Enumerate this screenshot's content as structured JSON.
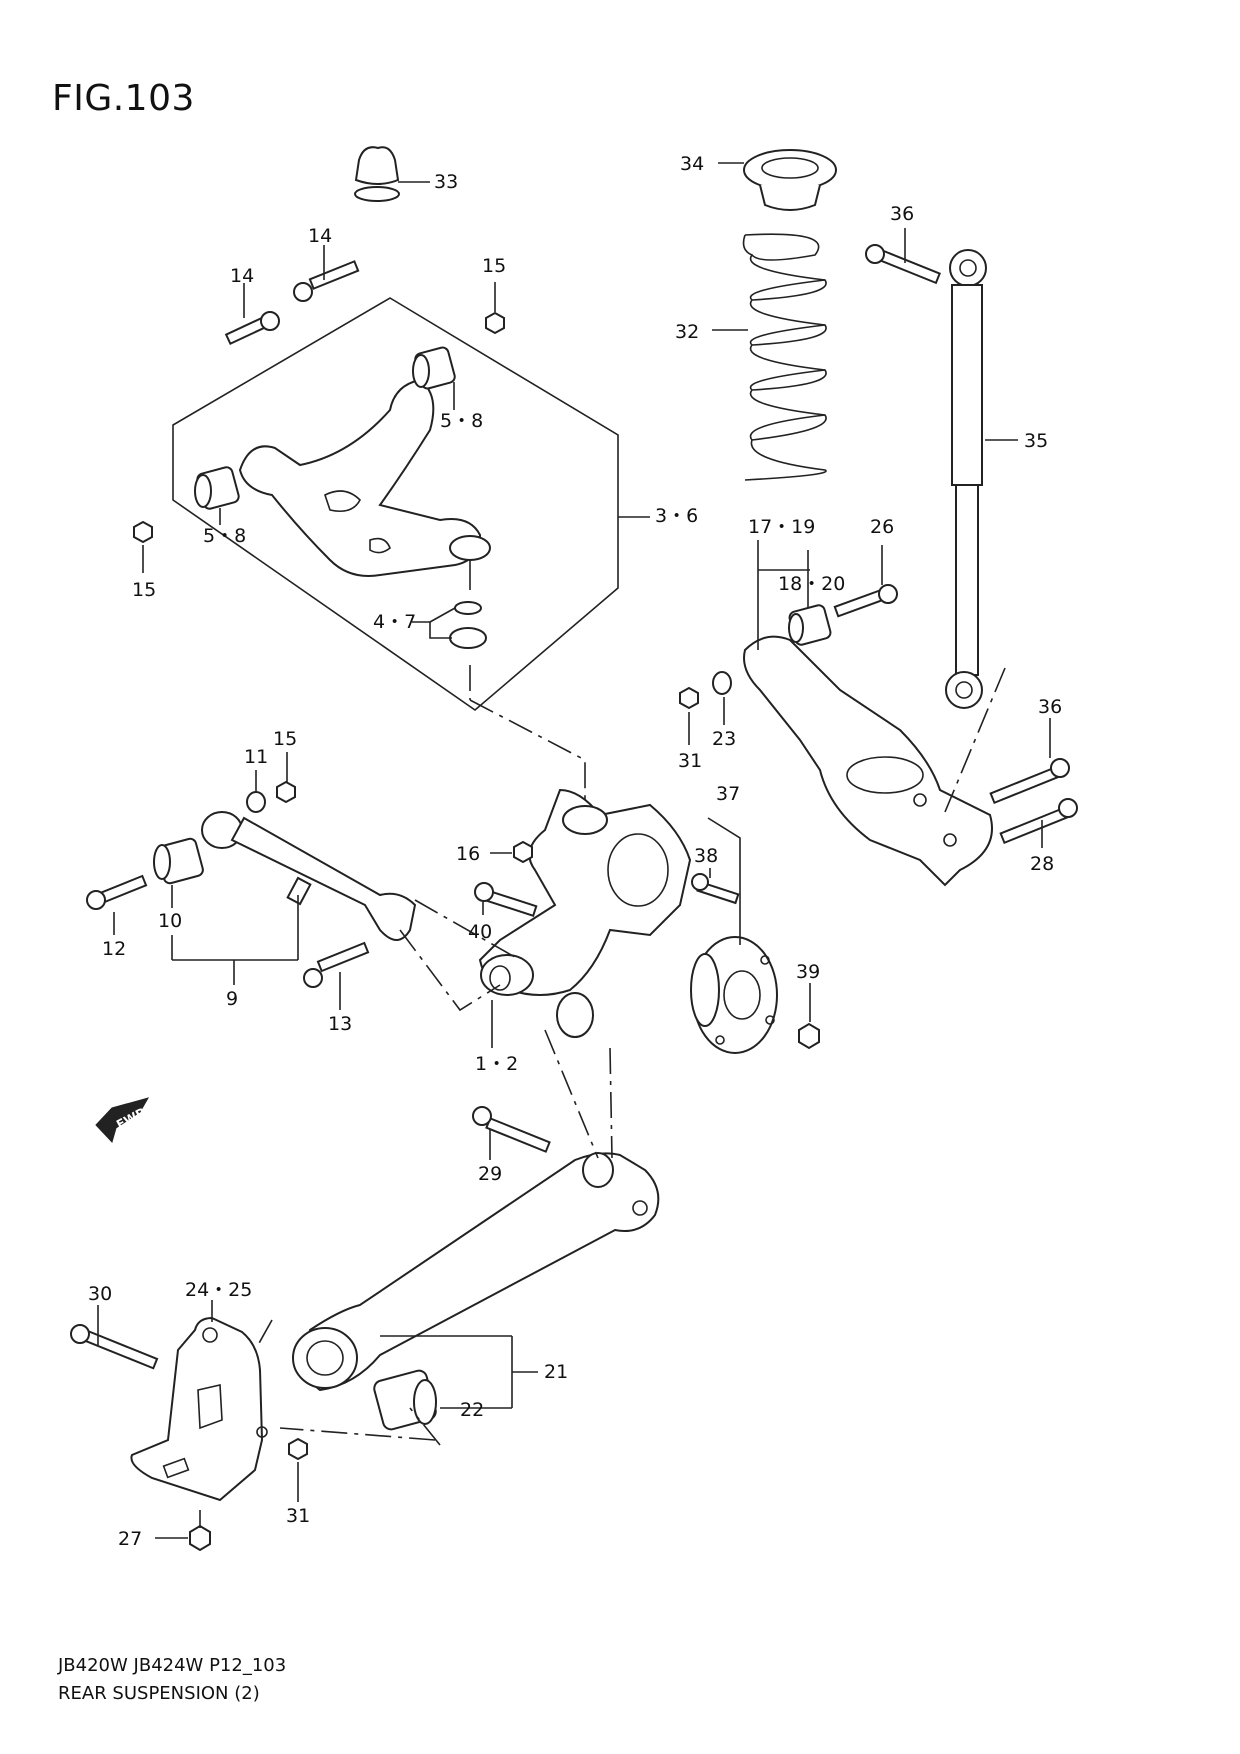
{
  "figure": {
    "title": "FIG.103"
  },
  "footer": {
    "model_line": "JB420W JB424W P12_103",
    "section": "REAR SUSPENSION (2)"
  },
  "fwd_marker": {
    "label": "FWD"
  },
  "callouts": {
    "c33": "33",
    "c34": "34",
    "c36a": "36",
    "c32": "32",
    "c35": "35",
    "c14a": "14",
    "c14b": "14",
    "c15a": "15",
    "c58a": "5・8",
    "c58b": "5・8",
    "c15b": "15",
    "c36": "3・6",
    "c47": "4・7",
    "c1719": "17・19",
    "c26": "26",
    "c1820": "18・20",
    "c23": "23",
    "c31a": "31",
    "c36b": "36",
    "c28": "28",
    "c11": "11",
    "c15c": "15",
    "c16": "16",
    "c37": "37",
    "c38": "38",
    "c40": "40",
    "c39": "39",
    "c10": "10",
    "c12": "12",
    "c9": "9",
    "c13": "13",
    "c12b": "1・2",
    "c29": "29",
    "c30": "30",
    "c2425": "24・25",
    "c21": "21",
    "c22": "22",
    "c31b": "31",
    "c27": "27"
  }
}
